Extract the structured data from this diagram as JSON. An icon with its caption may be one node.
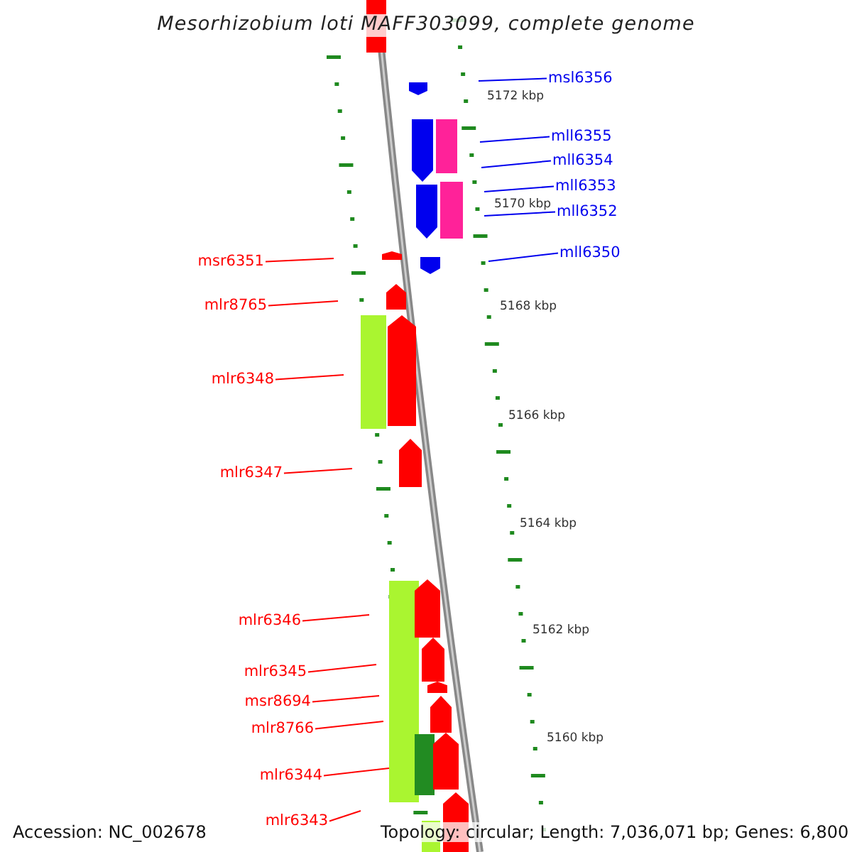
{
  "diagram": {
    "title": "Mesorhizobium loti MAFF303099, complete genome",
    "nodes": [
      {
        "text": [
          "msl6356"
        ]
      },
      {
        "text": [
          "mll6355"
        ]
      },
      {
        "text": [
          "mll6354"
        ]
      },
      {
        "text": [
          "mll6353"
        ]
      },
      {
        "text": [
          "mll6352"
        ]
      },
      {
        "text": [
          "mll6350"
        ]
      },
      {
        "text": [
          "msr6351"
        ]
      },
      {
        "text": [
          "mlr8765"
        ]
      },
      {
        "text": [
          "mlr6348"
        ]
      },
      {
        "text": [
          "mlr6347"
        ]
      },
      {
        "text": [
          "mlr6346"
        ]
      },
      {
        "text": [
          "mlr6345"
        ]
      },
      {
        "text": [
          "msr8694"
        ]
      },
      {
        "text": [
          "mlr8766"
        ]
      },
      {
        "text": [
          "mlr6344"
        ]
      },
      {
        "text": [
          "mlr6343"
        ]
      }
    ],
    "edges": [
      {
        "from": 0,
        "to": null,
        "arrow": "none",
        "color": "#0000ee"
      },
      {
        "from": 1,
        "to": null,
        "arrow": "none",
        "color": "#0000ee"
      },
      {
        "from": 2,
        "to": null,
        "arrow": "none",
        "color": "#0000ee"
      },
      {
        "from": 3,
        "to": null,
        "arrow": "none",
        "color": "#0000ee"
      },
      {
        "from": 4,
        "to": null,
        "arrow": "none",
        "color": "#0000ee"
      },
      {
        "from": 5,
        "to": null,
        "arrow": "none",
        "color": "#0000ee"
      },
      {
        "from": 6,
        "to": null,
        "arrow": "none"
      },
      {
        "from": 7,
        "to": null,
        "arrow": "none"
      },
      {
        "from": 8,
        "to": null,
        "arrow": "none"
      },
      {
        "from": 9,
        "to": null,
        "arrow": "none"
      },
      {
        "from": 10,
        "to": null,
        "arrow": "none"
      },
      {
        "from": 11,
        "to": null,
        "arrow": "none"
      },
      {
        "from": 12,
        "to": null,
        "arrow": "none"
      },
      {
        "from": 13,
        "to": null,
        "arrow": "none"
      },
      {
        "from": 14,
        "to": null,
        "arrow": "none"
      },
      {
        "from": 15,
        "to": null,
        "arrow": "none"
      }
    ],
    "labels": [
      "5172 kbp",
      "5170 kbp",
      "5168 kbp",
      "5166 kbp",
      "5164 kbp",
      "5162 kbp",
      "5160 kbp",
      "Accession: NC_002678",
      "Topology: circular; Length: 7,036,071 bp; Genes: 6,800"
    ]
  }
}
